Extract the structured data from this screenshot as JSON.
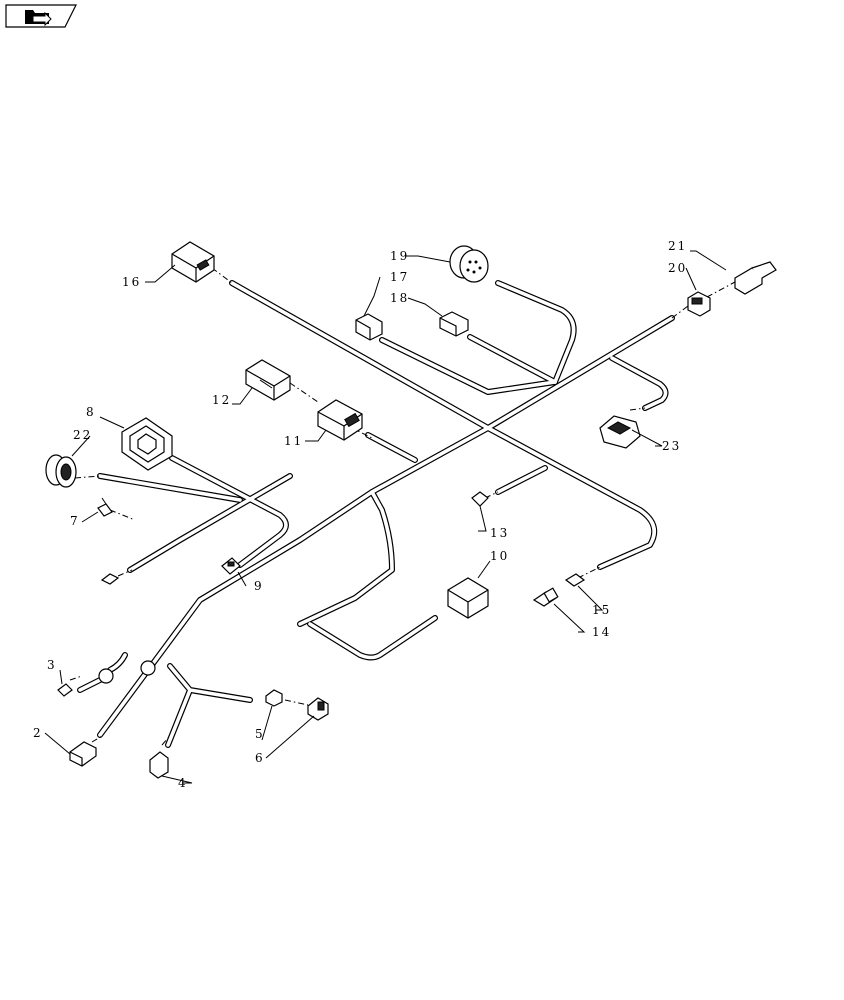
{
  "nav": {
    "icon": "folder-return-icon"
  },
  "callouts": [
    {
      "id": "c1",
      "label": "2"
    },
    {
      "id": "c2",
      "label": "3"
    },
    {
      "id": "c3",
      "label": "4"
    },
    {
      "id": "c4",
      "label": "5"
    },
    {
      "id": "c5",
      "label": "6"
    },
    {
      "id": "c6",
      "label": "7"
    },
    {
      "id": "c7",
      "label": "8"
    },
    {
      "id": "c8",
      "label": "9"
    },
    {
      "id": "c9",
      "label": "10"
    },
    {
      "id": "c10",
      "label": "11"
    },
    {
      "id": "c11",
      "label": "12"
    },
    {
      "id": "c12",
      "label": "13"
    },
    {
      "id": "c13",
      "label": "14"
    },
    {
      "id": "c14",
      "label": "15"
    },
    {
      "id": "c15",
      "label": "16"
    },
    {
      "id": "c16",
      "label": "17"
    },
    {
      "id": "c17",
      "label": "18"
    },
    {
      "id": "c18",
      "label": "19"
    },
    {
      "id": "c19",
      "label": "20"
    },
    {
      "id": "c20",
      "label": "21"
    },
    {
      "id": "c21",
      "label": "22"
    },
    {
      "id": "c22",
      "label": "23"
    }
  ],
  "colors": {
    "line": "#000000",
    "background": "#ffffff"
  }
}
